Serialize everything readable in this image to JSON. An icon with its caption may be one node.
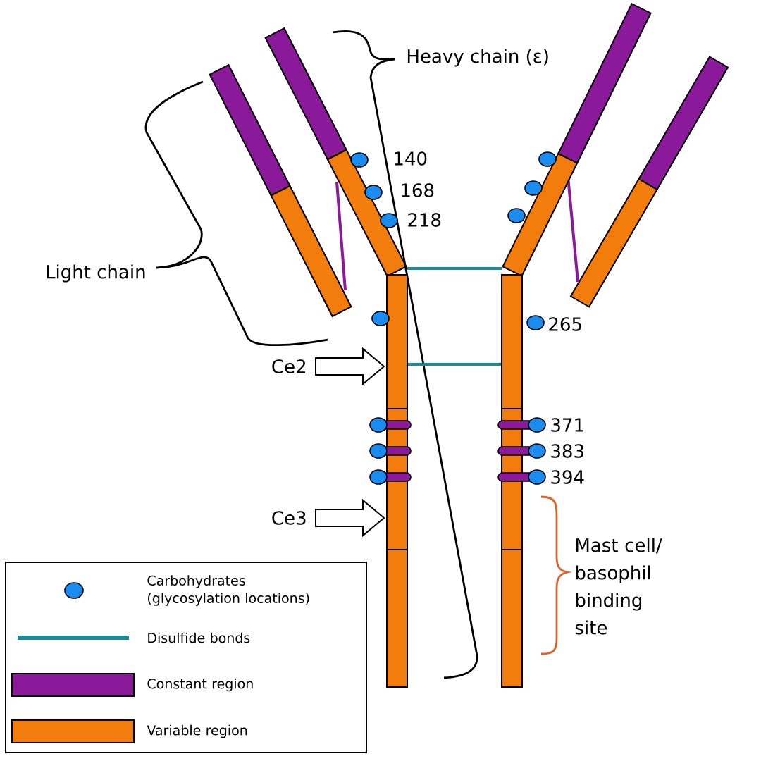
{
  "diagram": {
    "nodes": [
      {
        "text": [
          "Ce2"
        ]
      },
      {
        "text": [
          "Ce3"
        ]
      },
      {
        "text": [],
        "shape": "bar"
      },
      {
        "text": [],
        "shape": "bar"
      }
    ],
    "edges": [
      {
        "from": 0,
        "to": 2,
        "arrow": "to"
      },
      {
        "from": 1,
        "to": 2,
        "arrow": "to"
      },
      {
        "from": 2,
        "to": 3,
        "arrow": "none",
        "color": "#1a8a9a"
      }
    ],
    "labels": [
      "Heavy chain (ε)",
      "140",
      "168",
      "218",
      "Light chain",
      "265",
      "371",
      "383",
      "394",
      "Mast cell/ basophil binding site"
    ],
    "legend": [
      {
        "text": "Carbohydrates (glycosylation locations)"
      },
      {
        "text": "Disulfide bonds"
      },
      {
        "text": "Constant region",
        "color": "#8b1a9b"
      },
      {
        "text": "Variable region",
        "color": "#f27c0c"
      }
    ]
  }
}
